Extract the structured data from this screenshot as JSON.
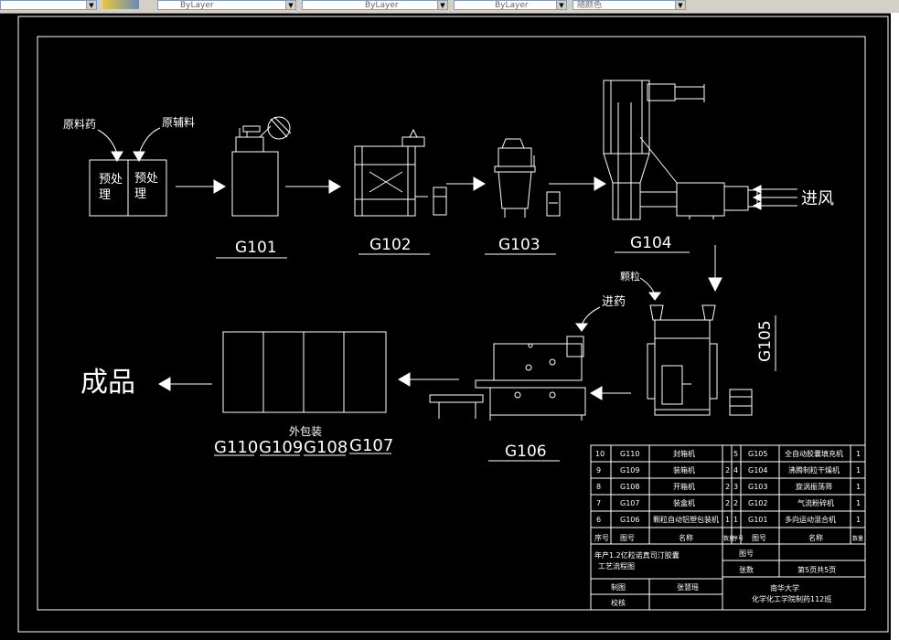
{
  "toolbar": {
    "combos": [
      "ByLayer",
      "ByLayer",
      "ByLayer",
      "随颜色"
    ]
  },
  "flow": {
    "raw_drug": "原料药",
    "raw_aux": "原辅料",
    "pretreat_1": [
      "预处",
      "理"
    ],
    "pretreat_2": [
      "预处",
      "理"
    ],
    "air_in": "进风",
    "granule": "颗粒",
    "feed_drug": "进药",
    "outer_pack": "外包装",
    "product": "成品",
    "labels": {
      "g101": "G101",
      "g102": "G102",
      "g103": "G103",
      "g104": "G104",
      "g105": "G105",
      "g106": "G106",
      "g107": "G107",
      "g108": "G108",
      "g109": "G109",
      "g110": "G110"
    }
  },
  "table": {
    "rows_left": [
      {
        "seq": "10",
        "code": "G110",
        "name": "封箱机",
        "qty": ""
      },
      {
        "seq": "9",
        "code": "G109",
        "name": "装箱机",
        "qty": "2"
      },
      {
        "seq": "8",
        "code": "G108",
        "name": "开箱机",
        "qty": "2"
      },
      {
        "seq": "7",
        "code": "G107",
        "name": "装盒机",
        "qty": "2"
      },
      {
        "seq": "6",
        "code": "G106",
        "name": "颗粒自动铝塑包装机",
        "qty": "1"
      }
    ],
    "rows_right": [
      {
        "seq": "5",
        "code": "G105",
        "name": "全自动胶囊填充机",
        "qty": "1"
      },
      {
        "seq": "4",
        "code": "G104",
        "name": "沸腾制粒干燥机",
        "qty": "1"
      },
      {
        "seq": "3",
        "code": "G103",
        "name": "旋涡振荡筛",
        "qty": "1"
      },
      {
        "seq": "2",
        "code": "G102",
        "name": "气流粉碎机",
        "qty": "1"
      },
      {
        "seq": "1",
        "code": "G101",
        "name": "多向运动混合机",
        "qty": "1"
      }
    ],
    "header_left": {
      "seq": "序号",
      "code": "图号",
      "name": "名称",
      "qty": "数量"
    },
    "header_right": {
      "seq": "序号",
      "code": "图号",
      "name": "名称",
      "qty": "数量"
    },
    "title_lines": [
      "年产1.2亿粒诺真司汀胶囊",
      "工艺流程图"
    ],
    "drawing_no_label": "图号",
    "sheets_label": "张数",
    "sheets_value": "第5页共5页",
    "drawn_label": "制图",
    "drawn_value": "张慧瑶",
    "check_label": "校核",
    "school_lines": [
      "南华大学",
      "化学化工学院制药112班"
    ]
  }
}
